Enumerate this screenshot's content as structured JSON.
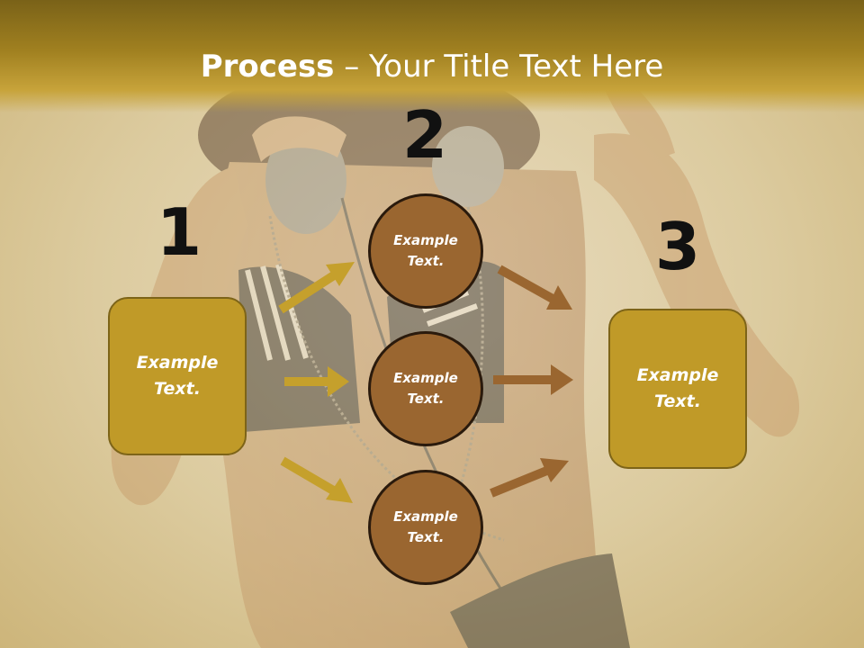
{
  "title": {
    "bold": "Process",
    "rest": " – Your Title Text Here"
  },
  "steps": [
    {
      "number": "1",
      "label": "Example Text."
    },
    {
      "number": "2",
      "items": [
        "Example Text.",
        "Example Text.",
        "Example Text."
      ]
    },
    {
      "number": "3",
      "label": "Example Text."
    }
  ],
  "colors": {
    "box_fill": "#c09a28",
    "circle_fill": "#9a6630",
    "arrow_gold": "#c5a02c",
    "arrow_brown": "#9a6630"
  }
}
